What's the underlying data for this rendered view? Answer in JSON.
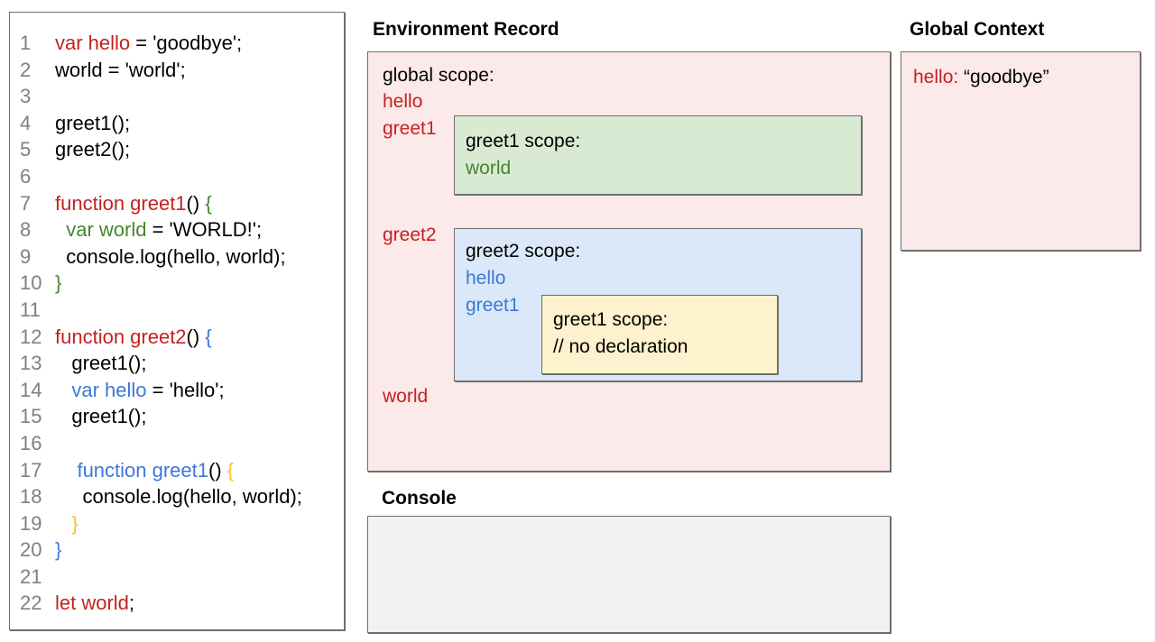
{
  "colors": {
    "red": "#c5221f",
    "green": "#44862e",
    "blue": "#3c78d8",
    "yellow": "#f1c232",
    "black": "#000000",
    "pink_bg": "#fce9e9",
    "green_bg": "#d9ead3",
    "blue_bg": "#dbe8f9",
    "yellow_bg": "#fdf2cd",
    "console_bg": "#f2f2f2",
    "line_number": "#808080",
    "border": "#6e6e6e"
  },
  "code_panel": {
    "lines": [
      {
        "n": "1",
        "segs": [
          [
            "var hello",
            "red"
          ],
          [
            " = 'goodbye';",
            "black"
          ]
        ]
      },
      {
        "n": "2",
        "segs": [
          [
            "world = 'world';",
            "black"
          ]
        ]
      },
      {
        "n": "3",
        "segs": []
      },
      {
        "n": "4",
        "segs": [
          [
            "greet1();",
            "black"
          ]
        ]
      },
      {
        "n": "5",
        "segs": [
          [
            "greet2();",
            "black"
          ]
        ]
      },
      {
        "n": "6",
        "segs": []
      },
      {
        "n": "7",
        "segs": [
          [
            "function greet1",
            "red"
          ],
          [
            "() ",
            "black"
          ],
          [
            "{",
            "green"
          ]
        ]
      },
      {
        "n": "8",
        "segs": [
          [
            "  ",
            "black"
          ],
          [
            "var world",
            "green"
          ],
          [
            " = 'WORLD!';",
            "black"
          ]
        ]
      },
      {
        "n": "9",
        "segs": [
          [
            "  console.log(hello, world);",
            "black"
          ]
        ]
      },
      {
        "n": "10",
        "segs": [
          [
            "}",
            "green"
          ]
        ]
      },
      {
        "n": "11",
        "segs": []
      },
      {
        "n": "12",
        "segs": [
          [
            "function greet2",
            "red"
          ],
          [
            "() ",
            "black"
          ],
          [
            "{",
            "blue"
          ]
        ]
      },
      {
        "n": "13",
        "segs": [
          [
            "   greet1();",
            "black"
          ]
        ]
      },
      {
        "n": "14",
        "segs": [
          [
            "   ",
            "black"
          ],
          [
            "var hello",
            "blue"
          ],
          [
            " = 'hello';",
            "black"
          ]
        ]
      },
      {
        "n": "15",
        "segs": [
          [
            "   greet1();",
            "black"
          ]
        ]
      },
      {
        "n": "16",
        "segs": []
      },
      {
        "n": "17",
        "segs": [
          [
            "    ",
            "black"
          ],
          [
            "function greet1",
            "blue"
          ],
          [
            "() ",
            "black"
          ],
          [
            "{",
            "yellow"
          ]
        ]
      },
      {
        "n": "18",
        "segs": [
          [
            "     console.log(hello, world);",
            "black"
          ]
        ]
      },
      {
        "n": "19",
        "segs": [
          [
            "   }",
            "yellow"
          ]
        ]
      },
      {
        "n": "20",
        "segs": [
          [
            "}",
            "blue"
          ]
        ]
      },
      {
        "n": "21",
        "segs": []
      },
      {
        "n": "22",
        "segs": [
          [
            "let world",
            "red"
          ],
          [
            ";",
            "black"
          ]
        ]
      }
    ]
  },
  "environment_record": {
    "title": "Environment Record",
    "global_scope_label": "global scope:",
    "vars": {
      "hello": "hello",
      "greet1": "greet1",
      "greet2": "greet2",
      "world": "world"
    },
    "greet1_scope": {
      "label": "greet1 scope:",
      "var_world": "world"
    },
    "greet2_scope": {
      "label": "greet2 scope:",
      "var_hello": "hello",
      "var_greet1": "greet1",
      "inner_greet1_scope": {
        "label": "greet1 scope:",
        "comment": "// no declaration"
      }
    }
  },
  "global_context": {
    "title": "Global Context",
    "entry_key": "hello:",
    "entry_value": "“goodbye”"
  },
  "console_panel": {
    "title": "Console"
  }
}
